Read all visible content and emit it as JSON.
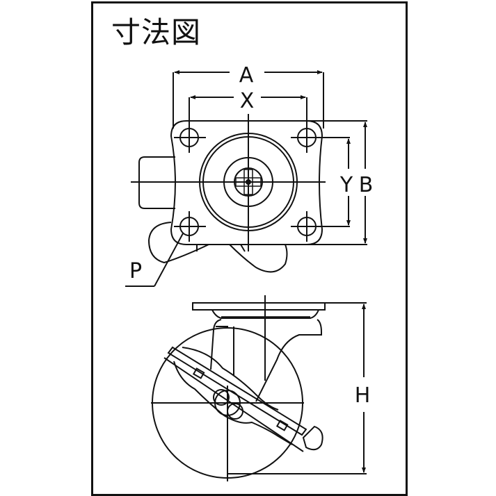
{
  "title": "寸法図",
  "labels": {
    "A": "A",
    "X": "X",
    "Y": "Y",
    "B": "B",
    "P": "P",
    "H": "H"
  },
  "views": {
    "top": "top view of swivel caster mounting plate with brake",
    "side": "side view of swivel caster with wheel and brake pedal"
  },
  "colors": {
    "line": "#111111",
    "background": "#ffffff"
  }
}
